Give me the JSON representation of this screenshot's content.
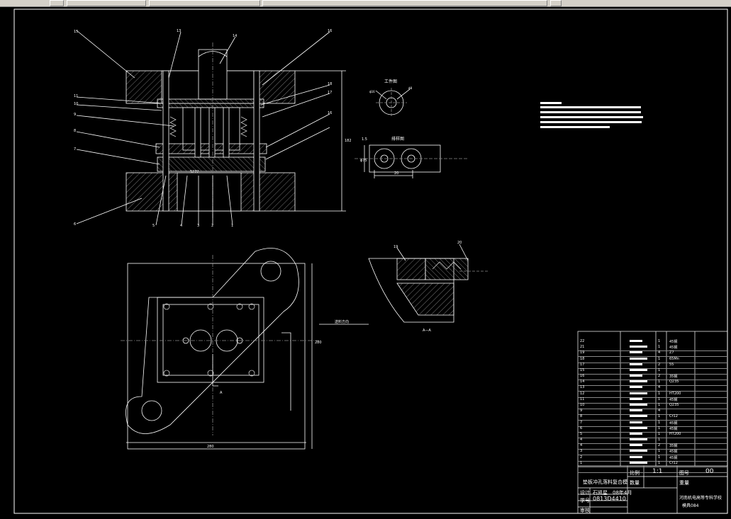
{
  "toolbar": {
    "buttons": [
      "",
      "",
      "",
      "",
      ""
    ]
  },
  "drawing": {
    "part_labels_top": [
      "15",
      "16",
      "14",
      "13"
    ],
    "part_labels_left": [
      "11",
      "10",
      "9",
      "8",
      "7",
      "6"
    ],
    "part_labels_bottom": [
      "5",
      "4",
      "3",
      "2",
      "1"
    ],
    "part_labels_right": [
      "18",
      "17",
      "16"
    ],
    "dim_182": "182",
    "dim_s72": "S272",
    "workpiece_title": "工件图",
    "workpiece_dims": [
      "ϕ16",
      "ϕ8"
    ],
    "layout_title": "排样图",
    "layout_dims": [
      "20",
      "ϕ75",
      "1.5"
    ],
    "plan_dim_bottom": "280",
    "plan_dim_side": "280",
    "feed_direction": "送料方向",
    "section_marker": "A",
    "section_title": "A—A",
    "section_labels": [
      "19",
      "20"
    ]
  },
  "title_block": {
    "rows": [
      {
        "no": "22",
        "code": "",
        "name": "",
        "qty": "1",
        "mat": "45钢"
      },
      {
        "no": "21",
        "code": "",
        "name": "",
        "qty": "1",
        "mat": "45钢"
      },
      {
        "no": "19",
        "code": "",
        "name": "",
        "qty": "4",
        "mat": "Z7"
      },
      {
        "no": "18",
        "code": "",
        "name": "",
        "qty": "1",
        "mat": "65Mn"
      },
      {
        "no": "17",
        "code": "",
        "name": "",
        "qty": "2",
        "mat": "55"
      },
      {
        "no": "15",
        "code": "",
        "name": "",
        "qty": "1",
        "mat": ""
      },
      {
        "no": "16",
        "code": "",
        "name": "",
        "qty": "2",
        "mat": "35钢"
      },
      {
        "no": "14",
        "code": "",
        "name": "",
        "qty": "1",
        "mat": "Q235"
      },
      {
        "no": "13",
        "code": "",
        "name": "",
        "qty": "4",
        "mat": ""
      },
      {
        "no": "12",
        "code": "",
        "name": "",
        "qty": "1",
        "mat": "HT200"
      },
      {
        "no": "11",
        "code": "",
        "name": "",
        "qty": "1",
        "mat": "45钢"
      },
      {
        "no": "10",
        "code": "",
        "name": "",
        "qty": "1",
        "mat": "Q235"
      },
      {
        "no": "9",
        "code": "",
        "name": "",
        "qty": "4",
        "mat": ""
      },
      {
        "no": "8",
        "code": "",
        "name": "",
        "qty": "1",
        "mat": "Cr12"
      },
      {
        "no": "7",
        "code": "",
        "name": "",
        "qty": "1",
        "mat": "45钢"
      },
      {
        "no": "6",
        "code": "",
        "name": "",
        "qty": "1",
        "mat": "45钢"
      },
      {
        "no": "5",
        "code": "",
        "name": "",
        "qty": "1",
        "mat": "HT200"
      },
      {
        "no": "4",
        "code": "",
        "name": "",
        "qty": "1",
        "mat": ""
      },
      {
        "no": "4",
        "code": "",
        "name": "",
        "qty": "2",
        "mat": "35钢"
      },
      {
        "no": "3",
        "code": "",
        "name": "",
        "qty": "1",
        "mat": "45钢"
      },
      {
        "no": "2",
        "code": "",
        "name": "",
        "qty": "1",
        "mat": "45钢"
      },
      {
        "no": "1",
        "code": "",
        "name": "",
        "qty": "1",
        "mat": "Cr12"
      }
    ],
    "drawing_name": "垫板冲孔落料复合模",
    "ratio_label": "比例",
    "ratio_value": "1:1",
    "sheet_label": "图号",
    "sheet_value": "00",
    "qty_label": "数量",
    "material_label": "重量",
    "design_label": "设计",
    "design_name": "石凯星",
    "design_date": "08年4月",
    "student_no_label": "学号",
    "student_no": "0813D4410",
    "review_label": "审核",
    "school": "河南机电高等专科学校",
    "class_code": "模具084"
  },
  "notes_block": {
    "lines": 5
  }
}
